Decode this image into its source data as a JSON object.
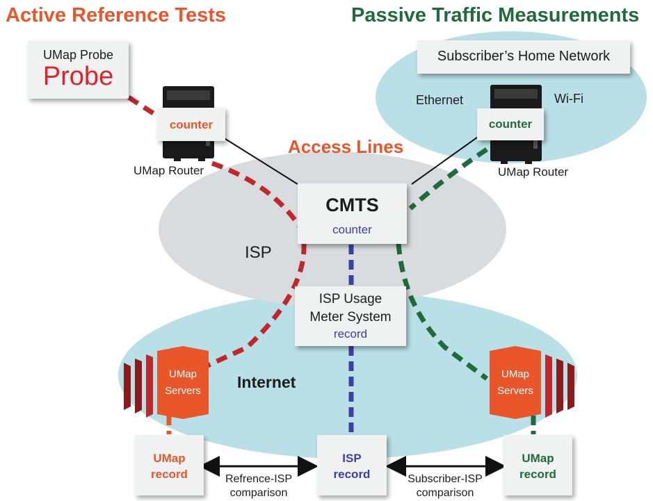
{
  "headings": {
    "active": "Active Reference Tests",
    "passive": "Passive Traffic Measurements",
    "access": "Access Lines"
  },
  "probe": {
    "line1": "UMap Probe",
    "line2": "Probe"
  },
  "home_network": "Subscriber’s Home Network",
  "ethernet": "Ethernet",
  "wifi": "Wi-Fi",
  "router_left": {
    "counter": "counter",
    "label": "UMap Router"
  },
  "router_right": {
    "counter": "counter",
    "label": "UMap Router"
  },
  "cmts": {
    "title": "CMTS",
    "counter": "counter"
  },
  "isp": "ISP",
  "meter": {
    "line1": "ISP Usage",
    "line2": "Meter System",
    "record": "record"
  },
  "internet": "Internet",
  "server_left": {
    "line1": "UMap",
    "line2": "Servers"
  },
  "server_right": {
    "line1": "UMap",
    "line2": "Servers"
  },
  "records": {
    "left": {
      "line1": "UMap",
      "line2": "record"
    },
    "center": {
      "line1": "ISP",
      "line2": "record"
    },
    "right": {
      "line1": "UMap",
      "line2": "record"
    }
  },
  "comparisons": {
    "reference": {
      "line1": "Refrence-ISP",
      "line2": "comparison"
    },
    "subscriber": {
      "line1": "Subscriber-ISP",
      "line2": "comparison"
    }
  },
  "colors": {
    "active": "#e8562a",
    "passive": "#1f6b3b",
    "isp_line": "#3b40a5",
    "dash_red": "#c0262a",
    "dash_green": "#1f6b3b",
    "teal_ellipse": "#b9e0e6",
    "gray_ellipse": "#d9dcdf",
    "server_dark": "#8b1a1a",
    "server_orange": "#e8562a"
  }
}
